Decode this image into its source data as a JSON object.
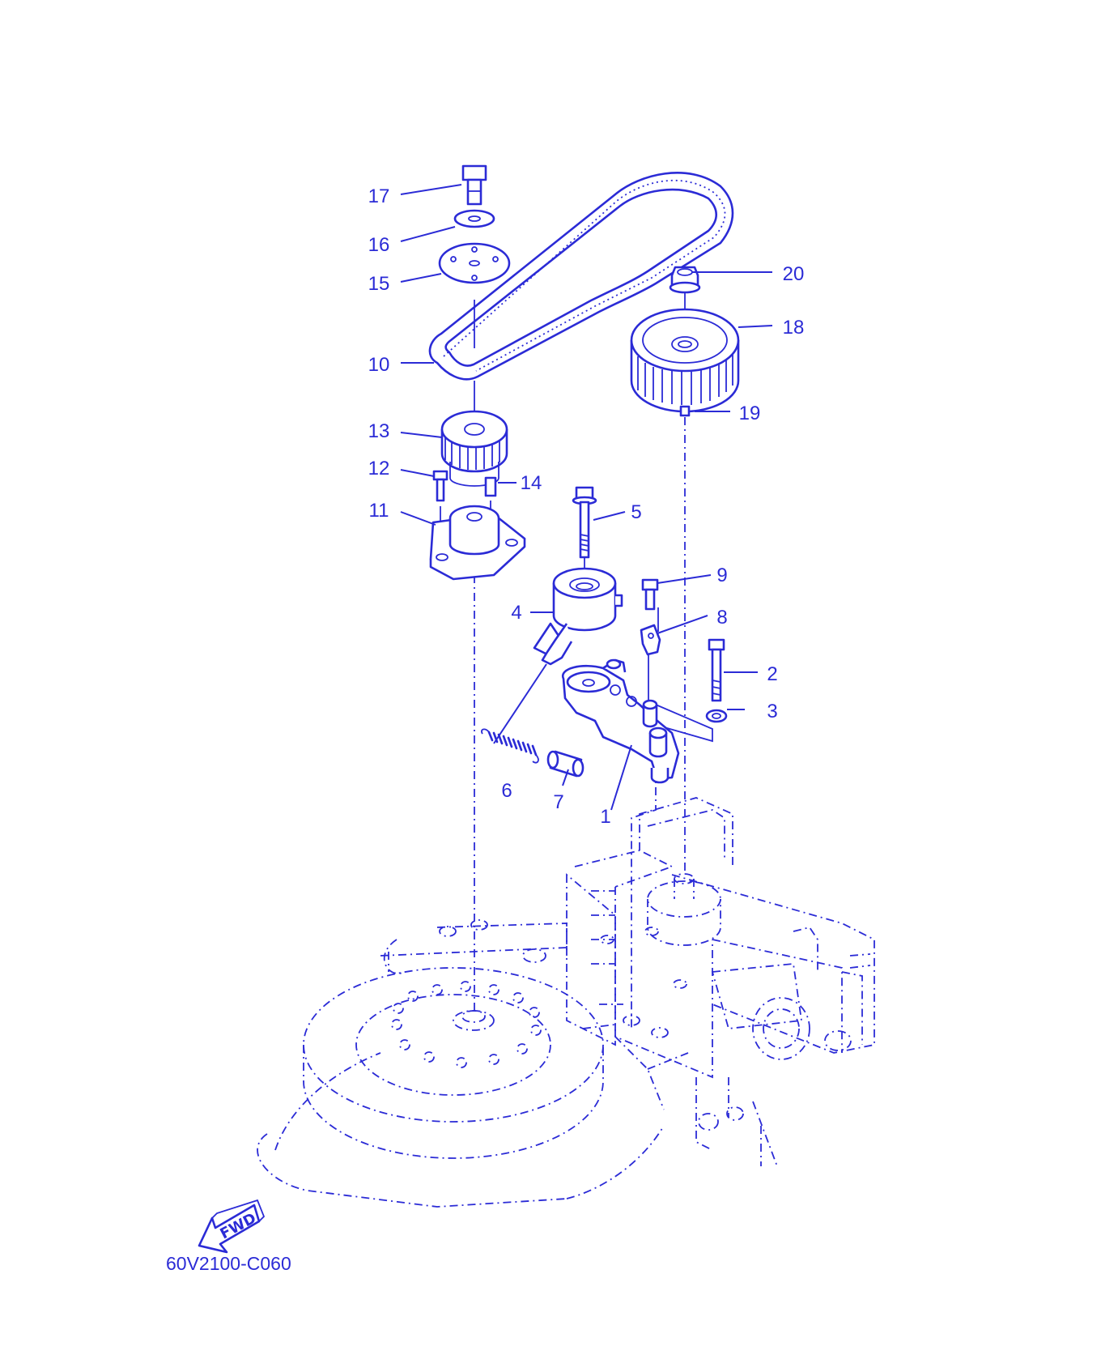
{
  "diagram": {
    "code": "60V2100-C060",
    "fwd_label": "FWD",
    "line_color": "#2b2bd6",
    "background": "#ffffff",
    "callouts": [
      "1",
      "2",
      "3",
      "4",
      "5",
      "6",
      "7",
      "8",
      "9",
      "10",
      "11",
      "12",
      "13",
      "14",
      "15",
      "16",
      "17",
      "18",
      "19",
      "20"
    ]
  }
}
